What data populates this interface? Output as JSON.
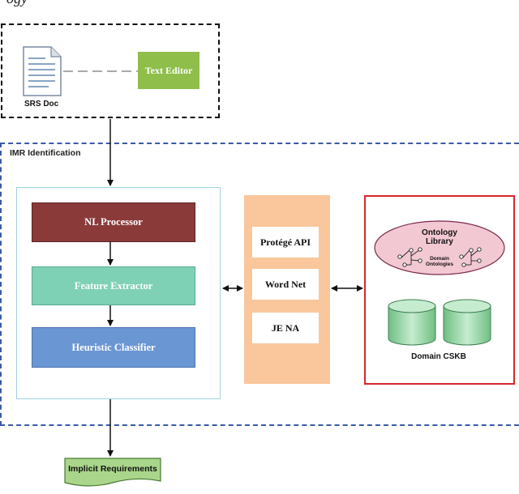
{
  "diagram": {
    "top_text": "ogy",
    "srs_doc_label": "SRS Doc",
    "text_editor_label": "Text Editor",
    "section_label": "IMR Identification",
    "processes": {
      "nl_processor": "NL Processor",
      "feature_extractor": "Feature Extractor",
      "heuristic_classifier": "Heuristic Classifier"
    },
    "tools": {
      "protege_api": "Protégé API",
      "word_net": "Word Net",
      "jena": "JE NA"
    },
    "ontology": {
      "title_line1": "Ontology",
      "title_line2": "Library",
      "domain_line1": "Domain",
      "domain_line2": "Ontologies"
    },
    "domain_cskb_label": "Domain CSKB",
    "output_label": "Implicit Requirements",
    "colors": {
      "nl_processor": "#8b3a3a",
      "feature_extractor": "#7fd1b5",
      "heuristic_classifier": "#6b96d4",
      "tools_panel": "#f9c79b",
      "text_editor": "#8fbe4b",
      "cskb_border": "#d9262b",
      "section_border": "#3a5aa8",
      "ontology_fill": "#f2c8d3",
      "database_fill": "#a8dcb4",
      "output_fill": "#a9d68a"
    }
  }
}
